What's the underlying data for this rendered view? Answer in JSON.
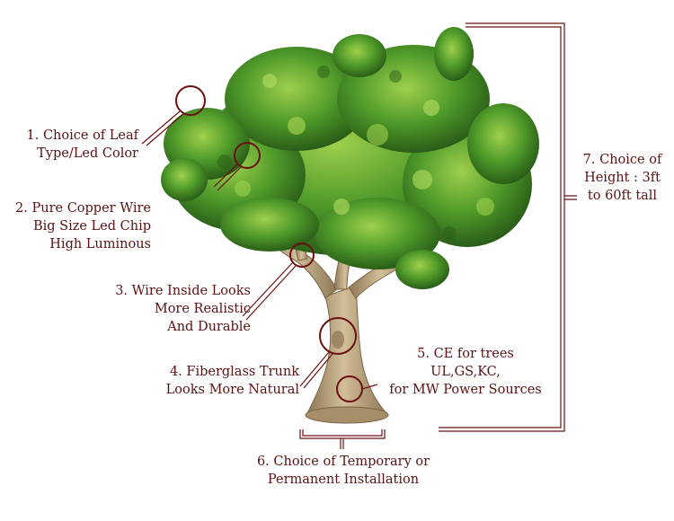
{
  "callouts": {
    "leaf": {
      "line1": "1. Choice of Leaf",
      "line2": "Type/Led Color"
    },
    "wire": {
      "line1": "2. Pure Copper Wire",
      "line2": "Big Size Led Chip",
      "line3": "High Luminous"
    },
    "inside": {
      "line1": "3. Wire Inside Looks",
      "line2": "More Realistic",
      "line3": "And Durable"
    },
    "trunk": {
      "line1": "4. Fiberglass Trunk",
      "line2": "Looks More Natural"
    },
    "ce": {
      "line1": "5. CE for trees",
      "line2": "UL,GS,KC,",
      "line3": "for MW Power Sources"
    },
    "install": {
      "line1": "6. Choice of Temporary or",
      "line2": "Permanent Installation"
    },
    "height": {
      "line1": "7. Choice of",
      "line2": "Height : 3ft",
      "line3": "to 60ft tall"
    }
  },
  "colors": {
    "annotation": "#5a1212",
    "foliage_dark": "#2f6b1c",
    "foliage_mid": "#4f9a2a",
    "foliage_light": "#8cc63f",
    "trunk": "#b8a17c",
    "trunk_shadow": "#8c7655"
  }
}
